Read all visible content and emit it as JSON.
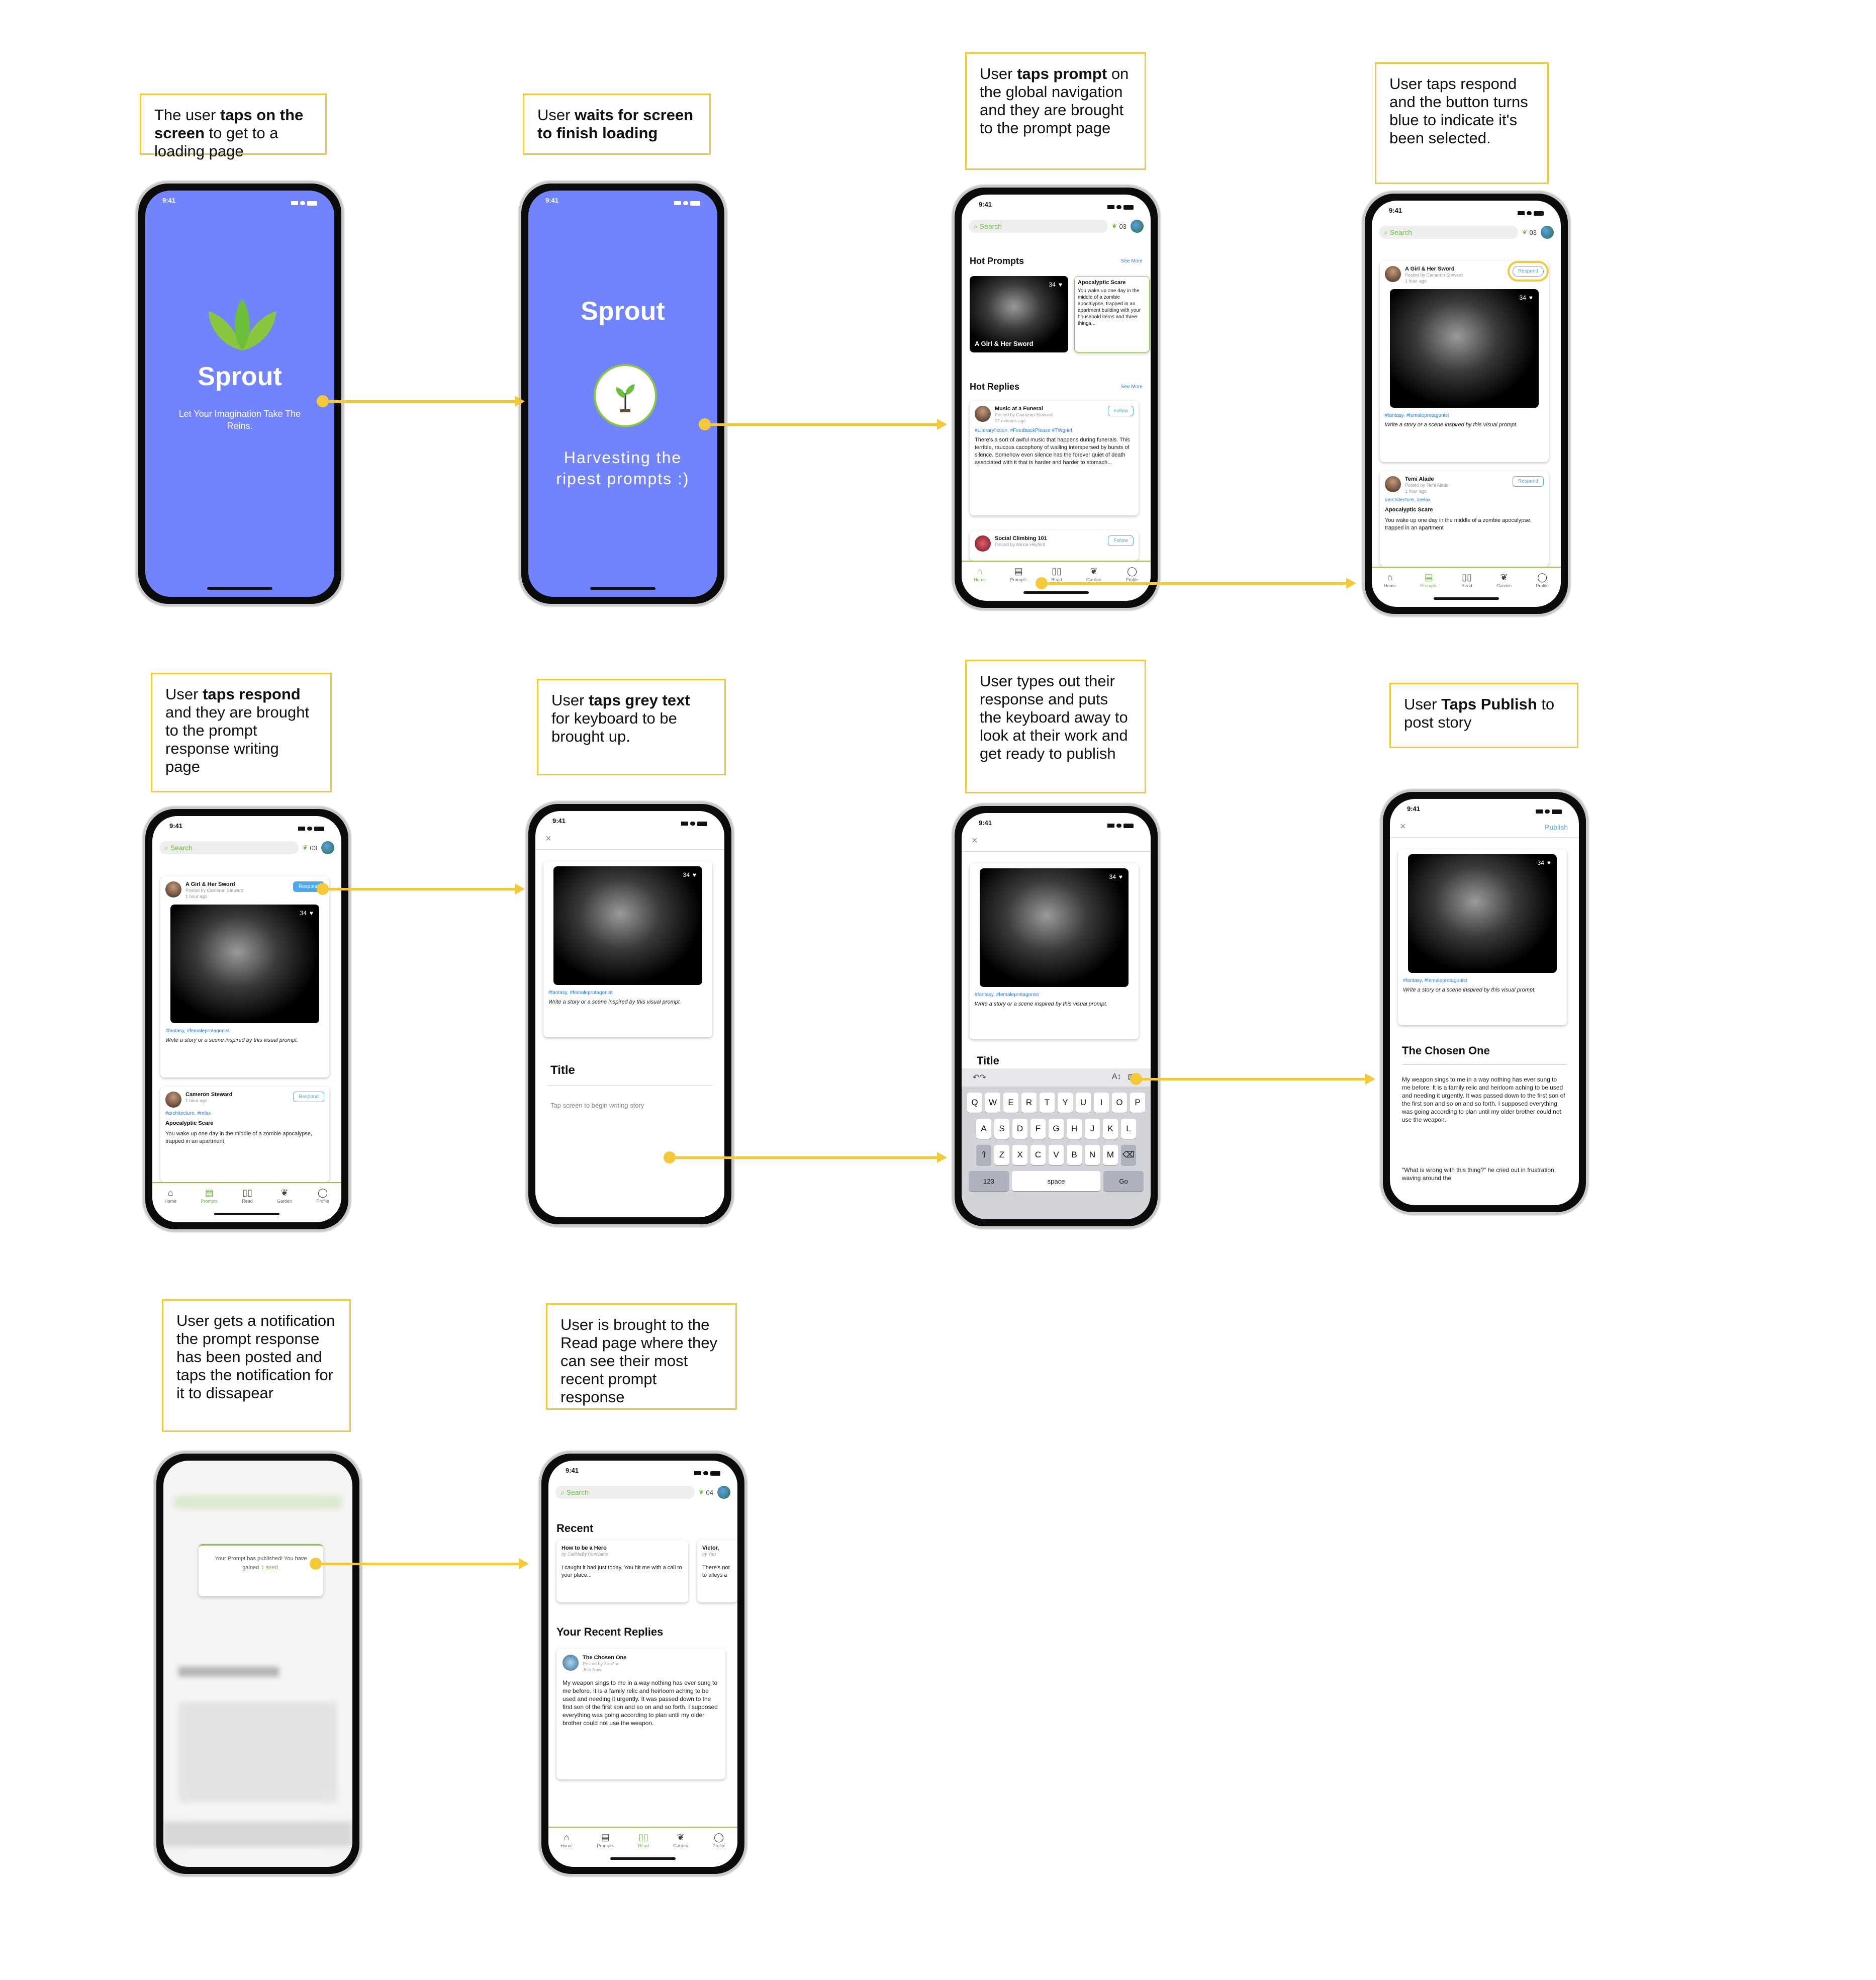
{
  "notes": {
    "n1": [
      "The user ",
      "taps on the screen",
      " to get to a loading page"
    ],
    "n2": [
      "User ",
      "waits for screen to finish loading",
      ""
    ],
    "n3": [
      "User ",
      "taps prompt",
      " on the global navigation and they are brought to the prompt page"
    ],
    "n4": [
      "User taps respond and the button turns blue to indicate it's been selected.",
      "",
      ""
    ],
    "n5": [
      "User ",
      "taps respond",
      " and they are brought to the prompt response writing page"
    ],
    "n6": [
      "User ",
      "taps grey text",
      " for keyboard to be brought up."
    ],
    "n7": [
      "User types out their response and puts the keyboard away to look at their work and get ready to publish",
      "",
      ""
    ],
    "n8": [
      "User ",
      "Taps Publish",
      " to post story"
    ],
    "n9": [
      "User gets a notification the prompt response has been posted and taps the notification for it to dissapear",
      "",
      ""
    ],
    "n10": [
      "User is brought to the Read page where they can see their most recent prompt response",
      "",
      ""
    ]
  },
  "status_time": "9:41",
  "splash": {
    "app_name": "Sprout",
    "tagline": "Let Your Imagination Take The Reins.",
    "loading_text": "Harvesting the ripest prompts :)"
  },
  "search_placeholder": "Search",
  "seeds": {
    "before": "03",
    "after": "04"
  },
  "tabs": {
    "home": "Home",
    "prompts": "Prompts",
    "read": "Read",
    "garden": "Garden",
    "profile": "Profile"
  },
  "prompts_page": {
    "hot_prompts": "Hot Prompts",
    "see_more": "See More",
    "hot_replies": "Hot Replies",
    "prompt1_title": "A Girl & Her Sword",
    "prompt1_likes": "34",
    "prompt2_title": "Apocalyptic Scare",
    "prompt2_text": "You wake up one day in the middle of a zombie apocalypse, trapped in an apartment building with your household items and three things...",
    "reply1_title": "Music at a Funeral",
    "reply1_author": "Posted by Cameron Steward",
    "reply1_time": "27 minutes ago",
    "reply1_tags": "#Literaryfiction, #FeedbackPlease #TWgrief",
    "reply1_text": "There's a sort of awful music that happens during funerals. This terrible, raucous cacophony of wailing interspersed by bursts of silence. Somehow even silence has the forever quiet of death associated with it that is harder and harder to stomach...",
    "reply2_title": "Social Climbing 101",
    "reply2_author": "Posted by Alexia Heyford",
    "follow": "Follow"
  },
  "respond_page": {
    "card1_title": "A Girl & Her Sword",
    "card1_author": "Posted by Cameron Steward",
    "card1_time": "1 hour ago",
    "respond": "Respond",
    "card1_tags": "#fantasy, #femaleprotagonist",
    "card1_prompt": "Write a story or a scene inspired by this visual prompt.",
    "card2_name": "Temi Alade",
    "card2_author": "Posted by Temi Alade",
    "card2_name_alt": "Cameron Steward",
    "card2_author_alt": "1 hour ago",
    "card2_tags": "#architecture, #relax",
    "card2_title": "Apocalyptic Scare",
    "card2_text": "You wake up one day in the middle of a zombie apocalypse, trapped in an apartment"
  },
  "writing": {
    "title_label": "Title",
    "placeholder": "Tap screen to begin writing story",
    "publish": "Publish",
    "story_title": "The Chosen One",
    "story_text": "My weapon sings to me in a way nothing has ever sung to me before. It is a family relic and heirloom aching to be used and needing it urgently. It was passed down to the first son of the first son and so on and so forth. I supposed everything was going according to plan until my older brother could not use the weapon.",
    "story_quote": "\"What is wrong with this thing?\" he cried out in frustration, waving around the"
  },
  "keyboard": {
    "row1": [
      "Q",
      "W",
      "E",
      "R",
      "T",
      "Y",
      "U",
      "I",
      "O",
      "P"
    ],
    "row2": [
      "A",
      "S",
      "D",
      "F",
      "G",
      "H",
      "J",
      "K",
      "L"
    ],
    "row3": [
      "Z",
      "X",
      "C",
      "V",
      "B",
      "N",
      "M"
    ],
    "num": "123",
    "space": "space",
    "go": "Go"
  },
  "notification": {
    "text": "Your Prompt has published! You have gained",
    "seed": "1 seed."
  },
  "read_page": {
    "recent": "Recent",
    "r1_title": "How to be a Hero",
    "r1_by": "by CallMeByYourName",
    "r1_text": "I caught it bad just today. You hit me with a call to your place...",
    "r2_title": "Victor,",
    "r2_by": "by Yan",
    "r2_text": "There's not to alleys a",
    "your_replies": "Your Recent Replies",
    "reply_title": "The Chosen One",
    "reply_by": "Posted by ZooZoo",
    "reply_time": "Just Now",
    "reply_text": "My weapon sings to me in a way nothing has ever sung to me before. It is a family relic and heirloom aching to be used and needing it urgently. It was passed down to the first son of the first son and so on and so forth. I supposed everything was going according to plan until my older brother could not use the weapon."
  },
  "colors": {
    "accent": "#f3c93a",
    "splash": "#7184fb",
    "green": "#6bbf3a",
    "link": "#2b7de9"
  }
}
